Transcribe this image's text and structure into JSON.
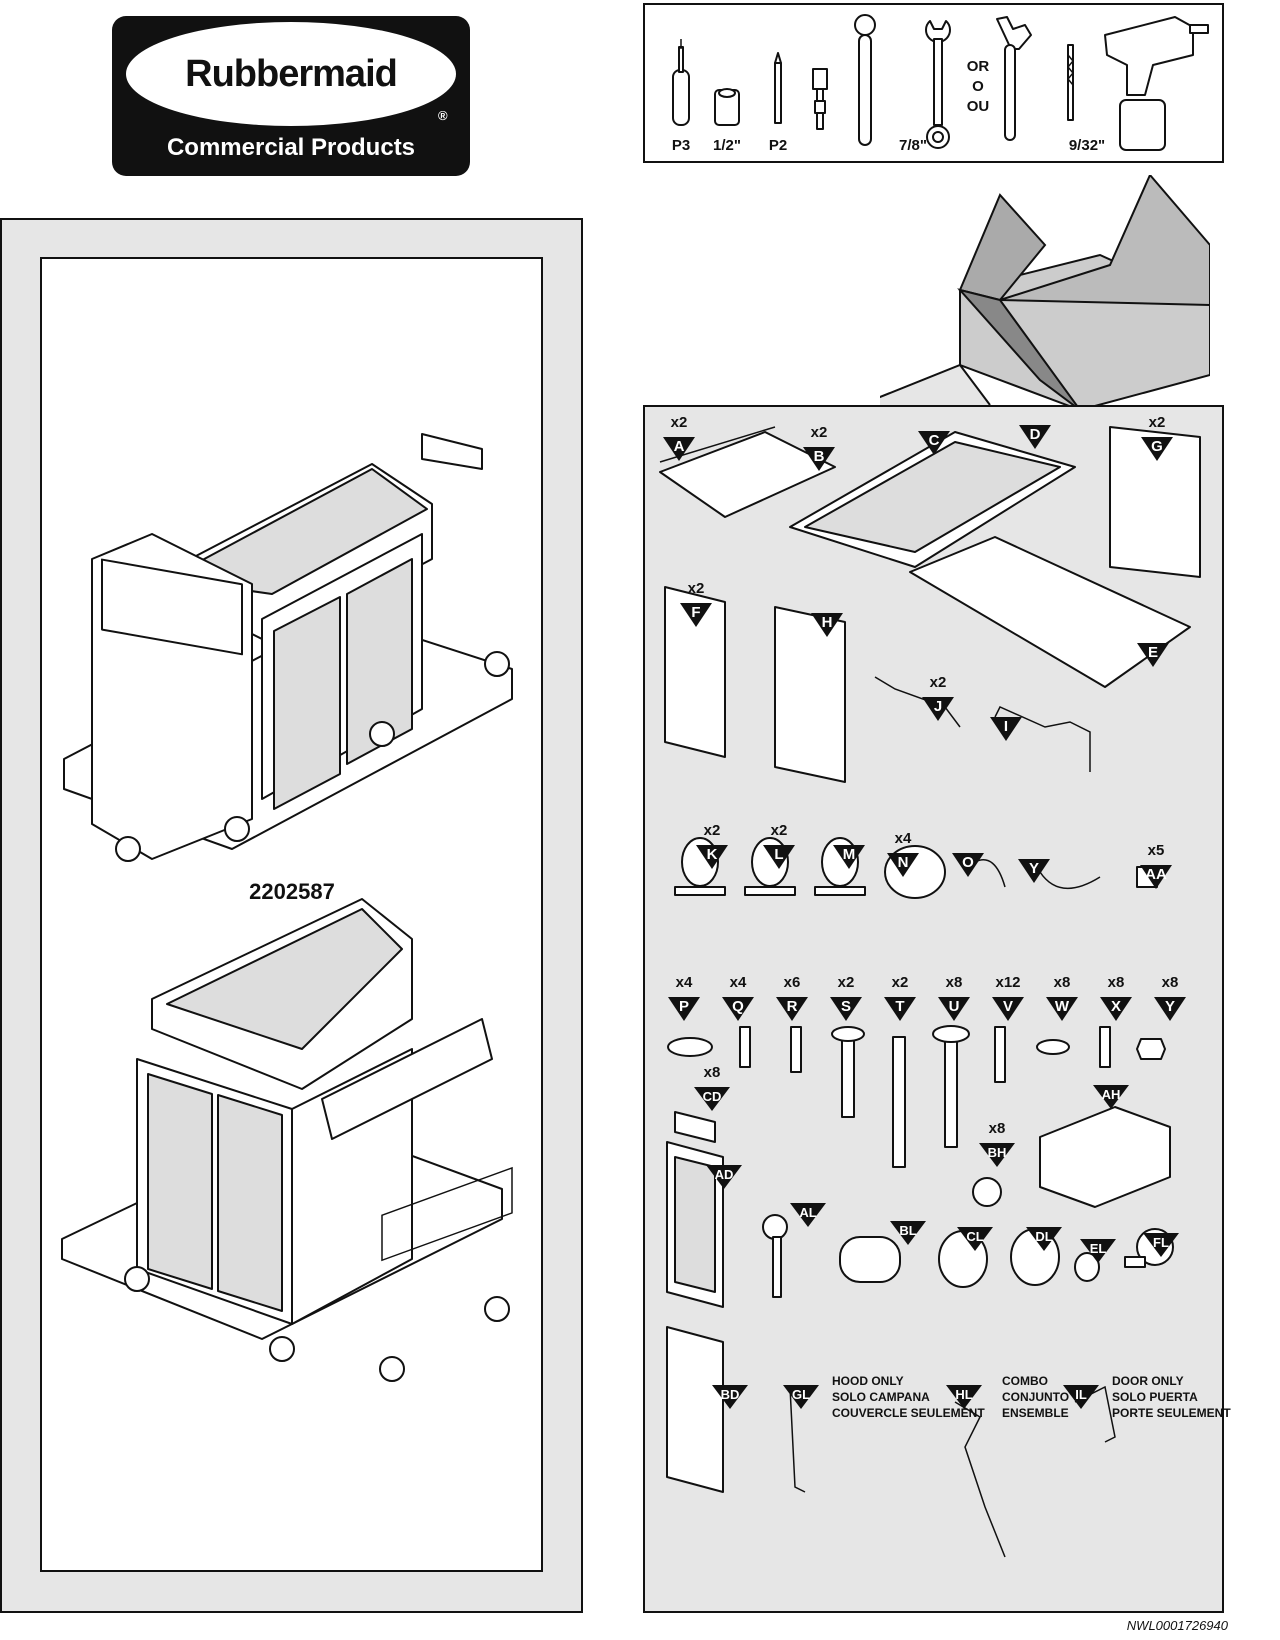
{
  "brand": {
    "name": "Rubbermaid",
    "registered": "®",
    "subtitle": "Commercial Products"
  },
  "tools": {
    "labels": [
      "P3",
      "1/2\"",
      "P2",
      "7/8\"",
      "9/32\""
    ],
    "or_text": [
      "OR",
      "O",
      "OU"
    ],
    "icons": [
      "screwdriver-icon",
      "socket-icon",
      "bit-icon",
      "adapter-icon",
      "ratchet-icon",
      "wrench-icon",
      "adjustable-wrench-icon",
      "drill-bit-icon",
      "power-drill-icon"
    ]
  },
  "model_number": "2202587",
  "document_number": "NWL0001726940",
  "parts": {
    "A": {
      "code": "A",
      "qty": "x2"
    },
    "B": {
      "code": "B",
      "qty": "x2"
    },
    "C": {
      "code": "C",
      "qty": ""
    },
    "D": {
      "code": "D",
      "qty": ""
    },
    "G": {
      "code": "G",
      "qty": "x2"
    },
    "F": {
      "code": "F",
      "qty": "x2"
    },
    "H": {
      "code": "H",
      "qty": ""
    },
    "E": {
      "code": "E",
      "qty": ""
    },
    "J": {
      "code": "J",
      "qty": "x2"
    },
    "I": {
      "code": "I",
      "qty": ""
    },
    "K": {
      "code": "K",
      "qty": "x2"
    },
    "L": {
      "code": "L",
      "qty": "x2"
    },
    "M": {
      "code": "M",
      "qty": ""
    },
    "N": {
      "code": "N",
      "qty": "x4"
    },
    "O": {
      "code": "O",
      "qty": ""
    },
    "Y1": {
      "code": "Y",
      "qty": ""
    },
    "AA": {
      "code": "AA",
      "qty": "x5"
    },
    "P": {
      "code": "P",
      "qty": "x4"
    },
    "Q": {
      "code": "Q",
      "qty": "x4"
    },
    "R": {
      "code": "R",
      "qty": "x6"
    },
    "S": {
      "code": "S",
      "qty": "x2"
    },
    "T": {
      "code": "T",
      "qty": "x2"
    },
    "U": {
      "code": "U",
      "qty": "x8"
    },
    "V": {
      "code": "V",
      "qty": "x12"
    },
    "W": {
      "code": "W",
      "qty": "x8"
    },
    "X": {
      "code": "X",
      "qty": "x8"
    },
    "Y2": {
      "code": "Y",
      "qty": "x8"
    },
    "CD": {
      "code": "CD",
      "qty": "x8"
    },
    "BH": {
      "code": "BH",
      "qty": "x8"
    },
    "AH": {
      "code": "AH",
      "qty": ""
    },
    "AD": {
      "code": "AD",
      "qty": ""
    },
    "AL": {
      "code": "AL",
      "qty": ""
    },
    "BL": {
      "code": "BL",
      "qty": ""
    },
    "CL": {
      "code": "CL",
      "qty": ""
    },
    "DL": {
      "code": "DL",
      "qty": ""
    },
    "EL": {
      "code": "EL",
      "qty": ""
    },
    "FL": {
      "code": "FL",
      "qty": ""
    },
    "BD": {
      "code": "BD",
      "qty": ""
    },
    "GL": {
      "code": "GL",
      "qty": ""
    },
    "HL": {
      "code": "HL",
      "qty": ""
    },
    "IL": {
      "code": "IL",
      "qty": ""
    }
  },
  "notes": {
    "GL": [
      "HOOD ONLY",
      "SOLO CAMPANA",
      "COUVERCLE SEULEMENT"
    ],
    "HL": [
      "COMBO",
      "CONJUNTO",
      "ENSEMBLE"
    ],
    "IL": [
      "DOOR ONLY",
      "SOLO PUERTA",
      "PORTE SEULEMENT"
    ]
  }
}
